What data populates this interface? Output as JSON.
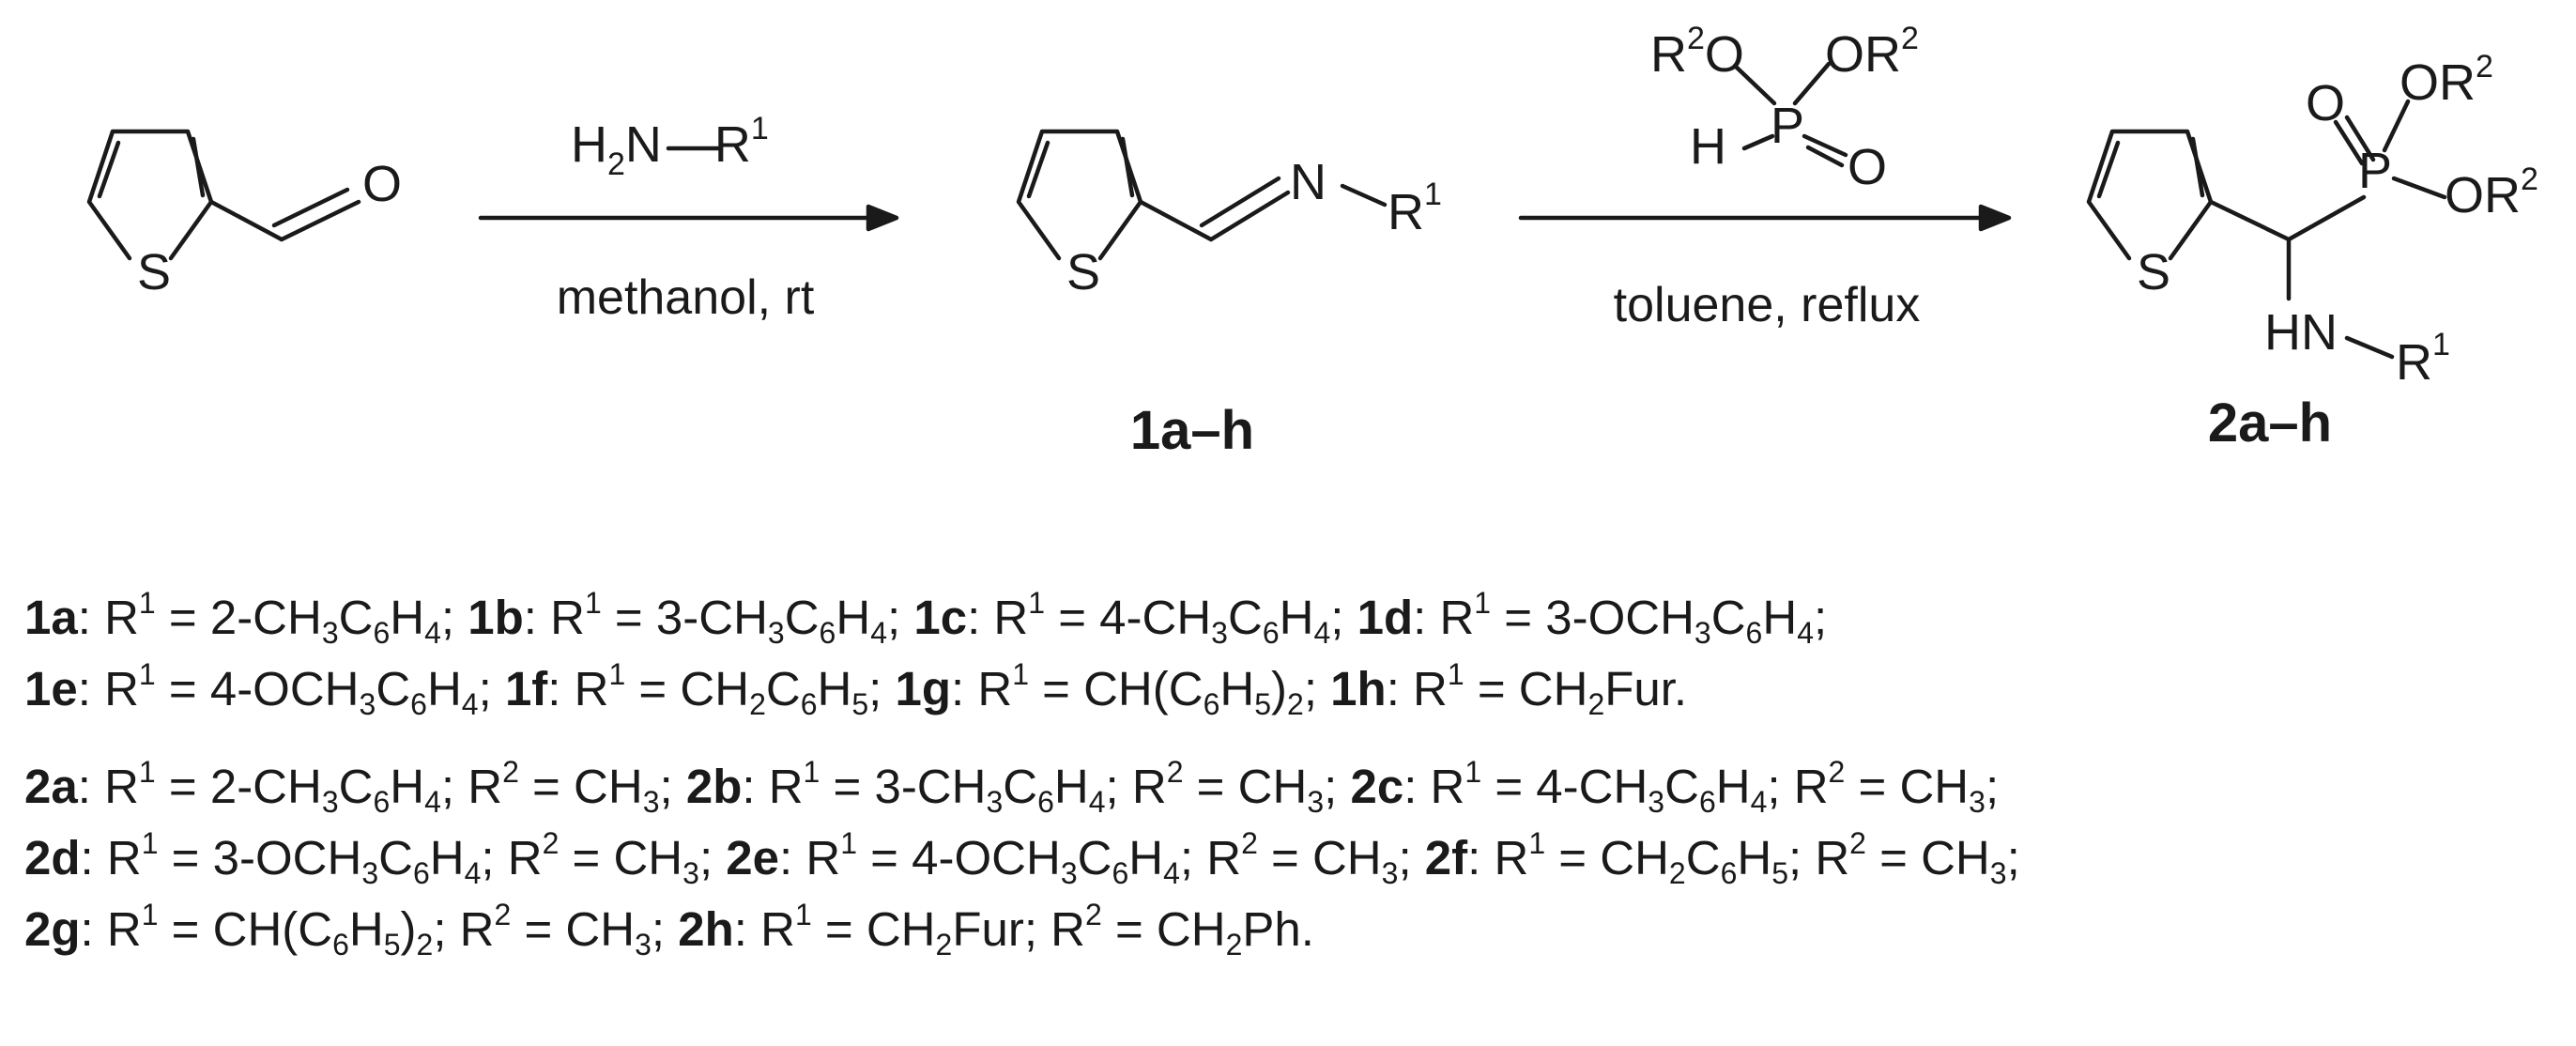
{
  "scheme": {
    "reagent1": {
      "formula": "H₂N—R",
      "sup": "1"
    },
    "conditions1": "methanol, rt",
    "reagent2": {
      "r2o_left": "R",
      "r2o_left_sup": "2",
      "r2o_left_o": "O",
      "or2_right": "OR",
      "or2_right_sup": "2",
      "h": "H",
      "p": "P",
      "o": "O"
    },
    "conditions2": "toluene, reflux",
    "aldehyde": {
      "s": "S",
      "o": "O"
    },
    "imine": {
      "s": "S",
      "n": "N",
      "r": "R",
      "r_sup": "1"
    },
    "product": {
      "s": "S",
      "p": "P",
      "o": "O",
      "or2a": "OR",
      "or2a_sup": "2",
      "or2b": "OR",
      "or2b_sup": "2",
      "hn": "HN",
      "r": "R",
      "r_sup": "1"
    },
    "label1": "1a–h",
    "label2": "2a–h"
  },
  "legend": {
    "lines": [
      [
        {
          "id": "1a",
          "text": "R¹ = 2-CH₃C₆H₄;"
        },
        {
          "id": "1b",
          "text": "R¹ = 3-CH₃C₆H₄;"
        },
        {
          "id": "1c",
          "text": "R¹ = 4-CH₃C₆H₄;"
        },
        {
          "id": "1d",
          "text": "R¹ = 3-OCH₃C₆H₄;"
        }
      ],
      [
        {
          "id": "1e",
          "text": "R¹ = 4-OCH₃C₆H₄;"
        },
        {
          "id": "1f",
          "text": "R¹ = CH₂C₆H₅;"
        },
        {
          "id": "1g",
          "text": "R¹ = CH(C₆H₅)₂;"
        },
        {
          "id": "1h",
          "text": "R¹ = CH₂Fur."
        }
      ],
      [
        {
          "id": "2a",
          "text": "R¹ = 2-CH₃C₆H₄; R² = CH₃;"
        },
        {
          "id": "2b",
          "text": "R¹ = 3-CH₃C₆H₄; R² = CH₃;"
        },
        {
          "id": "2c",
          "text": "R¹ = 4-CH₃C₆H₄; R² = CH₃;"
        }
      ],
      [
        {
          "id": "2d",
          "text": "R¹ = 3-OCH₃C₆H₄; R² = CH₃;"
        },
        {
          "id": "2e",
          "text": "R¹ = 4-OCH₃C₆H₄; R² = CH₃;"
        },
        {
          "id": "2f",
          "text": "R¹ = CH₂C₆H₅; R² = CH₃;"
        }
      ],
      [
        {
          "id": "2g",
          "text": "R¹ = CH(C₆H₅)₂; R² = CH₃;"
        },
        {
          "id": "2h",
          "text": "R¹ = CH₂Fur; R² = CH₂Ph."
        }
      ]
    ]
  }
}
